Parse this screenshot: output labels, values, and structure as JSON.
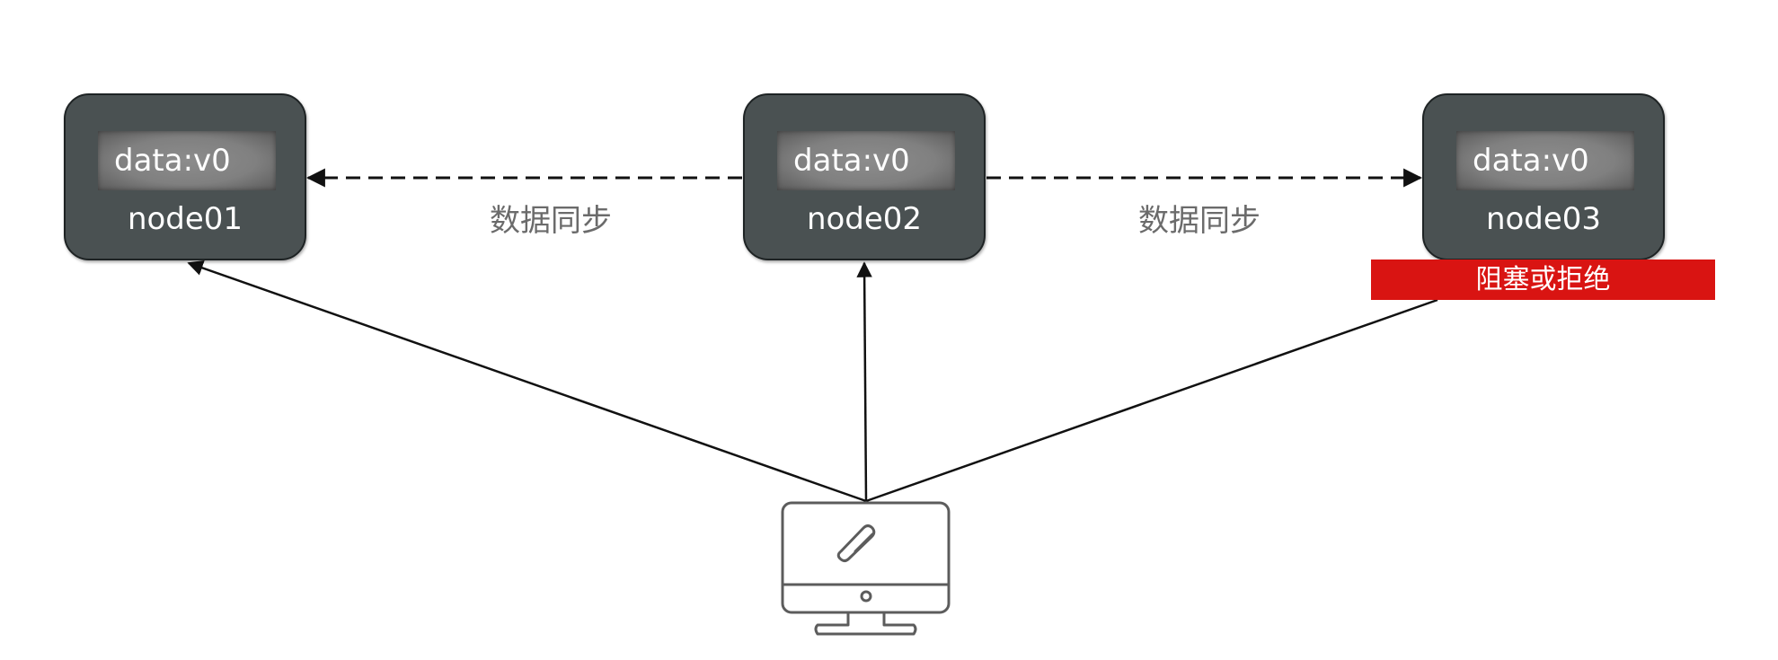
{
  "nodes": [
    {
      "name": "node01",
      "data": "data:v0"
    },
    {
      "name": "node02",
      "data": "data:v0"
    },
    {
      "name": "node03",
      "data": "data:v0"
    }
  ],
  "sync_labels": [
    "数据同步",
    "数据同步"
  ],
  "alert_label": "阻塞或拒绝",
  "colors": {
    "node_fill": "#4a5152",
    "data_box": "#808080",
    "alert": "#d91412",
    "sync_text": "#6b6b6b",
    "arrow": "#111111"
  },
  "icons": {
    "client": "computer-monitor-icon"
  }
}
